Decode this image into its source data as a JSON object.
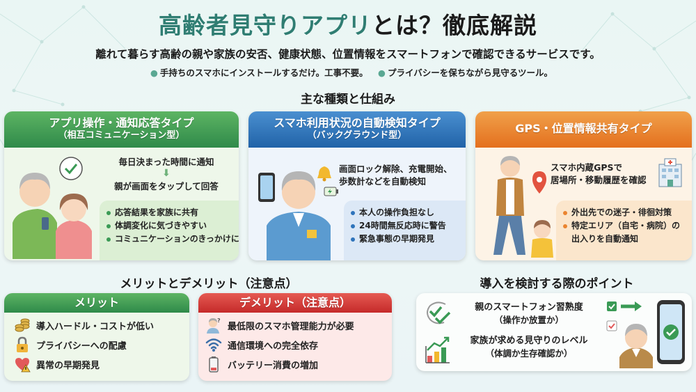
{
  "header": {
    "title_accent": "高齢者見守りアプリ",
    "title_rest": "とは？徹底解説",
    "lead": "離れて暮らす高齢の親や家族の安否、健康状態、位置情報をスマートフォンで確認できるサービスです。",
    "points": [
      "手持ちのスマホにインストールするだけ。工事不要。",
      "プライバシーを保ちながら見守るツール。"
    ]
  },
  "types_section": {
    "heading": "主な種類と仕組み",
    "cards": [
      {
        "title": "アプリ操作・通知応答タイプ",
        "subtitle": "（相互コミュニケーション型）",
        "flow_step1": "毎日決まった時間に通知",
        "flow_arrow": "⬇",
        "flow_step2": "親が画面をタップして回答",
        "features": [
          "応答結果を家族に共有",
          "体調変化に気づきやすい",
          "コミュニケーションのきっかけに"
        ],
        "color": "#3a9a55"
      },
      {
        "title": "スマホ利用状況の自動検知タイプ",
        "subtitle": "（バックグラウンド型）",
        "description_line1": "画面ロック解除、充電開始、",
        "description_line2": "歩数計などを自動検知",
        "features": [
          "本人の操作負担なし",
          "24時間無反応時に警告",
          "緊急事態の早期発見"
        ],
        "color": "#2f74bb"
      },
      {
        "title": "GPS・位置情報共有タイプ",
        "description_line1": "スマホ内蔵GPSで",
        "description_line2": "居場所・移動履歴を確認",
        "features": [
          "外出先での迷子・徘徊対策",
          "特定エリア（自宅・病院）の",
          "出入りを自動通知"
        ],
        "color": "#ea8430"
      }
    ]
  },
  "pros_cons_section": {
    "heading": "メリットとデメリット（注意点）",
    "merits": {
      "title": "メリット",
      "items": [
        {
          "icon": "coins-icon",
          "label": "導入ハードル・コストが低い"
        },
        {
          "icon": "padlock-icon",
          "label": "プライバシーへの配慮"
        },
        {
          "icon": "heart-warning-icon",
          "label": "異常の早期発見"
        }
      ]
    },
    "demerits": {
      "title": "デメリット（注意点）",
      "items": [
        {
          "icon": "confused-elder-icon",
          "label": "最低限のスマホ管理能力が必要"
        },
        {
          "icon": "wifi-icon",
          "label": "通信環境への完全依存"
        },
        {
          "icon": "battery-low-icon",
          "label": "バッテリー消費の増加"
        }
      ]
    }
  },
  "considerations_section": {
    "heading": "導入を検討する際のポイント",
    "items": [
      {
        "icon": "double-check-icon",
        "line1": "親のスマートフォン習熟度",
        "line2": "（操作か放置か）"
      },
      {
        "icon": "growth-chart-icon",
        "line1": "家族が求める見守りのレベル",
        "line2": "（体調か生存確認か）"
      }
    ]
  },
  "colors": {
    "accent_teal": "#2f7d72",
    "green": "#3a9a55",
    "blue": "#2f74bb",
    "orange": "#ea8430",
    "red": "#d23c36"
  }
}
